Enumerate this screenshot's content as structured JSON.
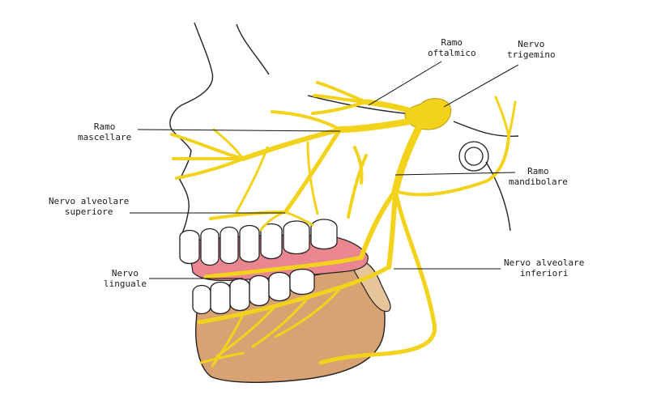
{
  "labels": {
    "ramo_oftalmico": [
      "Ramo",
      "oftalmico"
    ],
    "nervo_trigemino": [
      "Nervo",
      "trigemino"
    ],
    "ramo_mascellare": [
      "Ramo",
      "mascellare"
    ],
    "ramo_mandibolare": [
      "Ramo",
      "mandibolare"
    ],
    "nervo_alveolare_superiore": [
      "Nervo alveolare",
      "superiore"
    ],
    "nervo_linguale": [
      "Nervo",
      "linguale"
    ],
    "nervo_alveolare_inferiori": [
      "Nervo alveolare",
      "inferiori"
    ]
  },
  "colors": {
    "nerve": "#f3d21c",
    "nerve_outline": "#b59a10",
    "gum": "#e9868f",
    "jaw_bone": "#d9a273",
    "tooth": "#ffffff",
    "outline": "#222222",
    "leader_line": "#111111"
  }
}
